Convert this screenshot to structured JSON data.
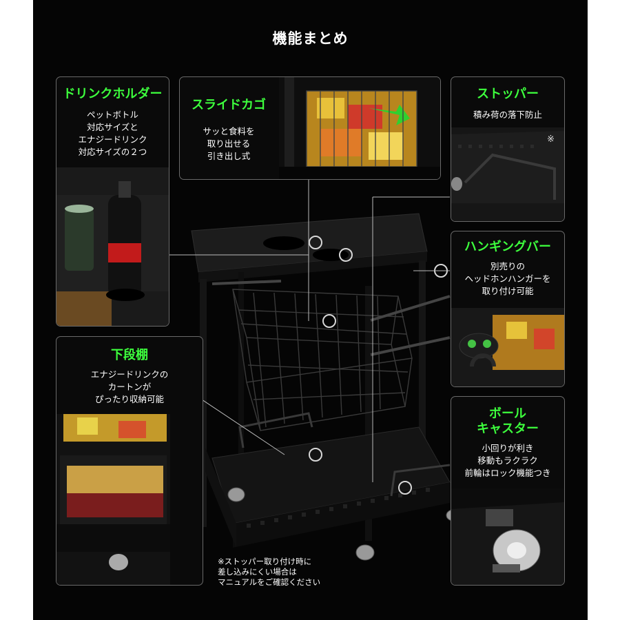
{
  "title": "機能まとめ",
  "accent_color": "#3dff3d",
  "features": {
    "drink_holder": {
      "heading": "ドリンクホルダー",
      "text": "ペットボトル\n対応サイズと\nエナジードリンク\n対応サイズの２つ"
    },
    "slide_basket": {
      "heading": "スライドカゴ",
      "text": "サッと食料を\n取り出せる\n引き出し式"
    },
    "stopper": {
      "heading": "ストッパー",
      "text": "積み荷の落下防止",
      "mark": "※"
    },
    "hanging_bar": {
      "heading": "ハンギングバー",
      "text": "別売りの\nヘッドホンハンガーを\n取り付け可能"
    },
    "lower_shelf": {
      "heading": "下段棚",
      "text": "エナジードリンクの\nカートンが\nぴったり収納可能"
    },
    "ball_caster": {
      "heading": "ボール\nキャスター",
      "text": "小回りが利き\n移動もラクラク\n前輪はロック機能つき"
    }
  },
  "footnote": "※ストッパー取り付け時に\n差し込みにくい場合は\nマニュアルをご確認ください"
}
